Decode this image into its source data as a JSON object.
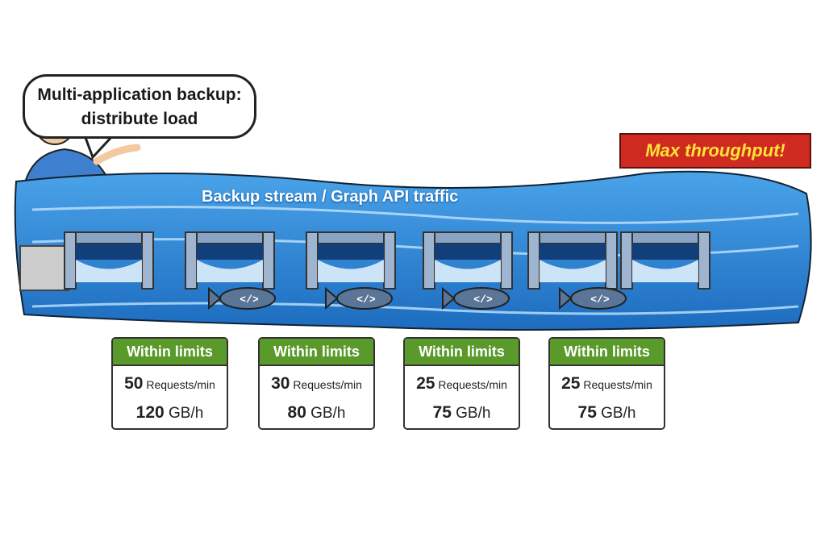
{
  "speech_bubble": {
    "line1": "Multi-application backup:",
    "line2": "distribute load"
  },
  "banner": "Max throughput!",
  "stream_label": "Backup stream / Graph API traffic",
  "fish_symbol": "</>",
  "cards": [
    {
      "status": "Within limits",
      "requests": "50",
      "requests_unit": "Requests/min",
      "throughput": "120",
      "throughput_unit": "GB/h"
    },
    {
      "status": "Within limits",
      "requests": "30",
      "requests_unit": "Requests/min",
      "throughput": "80",
      "throughput_unit": "GB/h"
    },
    {
      "status": "Within limits",
      "requests": "25",
      "requests_unit": "Requests/min",
      "throughput": "75",
      "throughput_unit": "GB/h"
    },
    {
      "status": "Within limits",
      "requests": "25",
      "requests_unit": "Requests/min",
      "throughput": "75",
      "throughput_unit": "GB/h"
    }
  ],
  "colors": {
    "water": "#2f86d6",
    "status_green": "#5a9a2a",
    "banner_red": "#cf2a1f",
    "banner_text": "#ffe23a"
  }
}
